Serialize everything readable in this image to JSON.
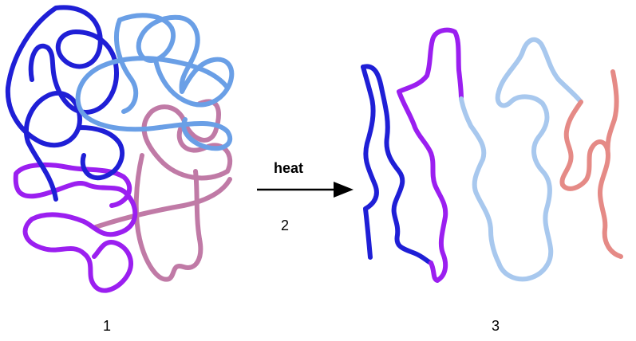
{
  "labels": {
    "native": "1",
    "process": "2",
    "denatured": "3",
    "arrow_text": "heat"
  },
  "colors": {
    "blue": "#1f1fd6",
    "light_blue": "#6a9fe6",
    "pale_blue": "#a8c8ee",
    "purple": "#9b1ff0",
    "mauve": "#c07aa6",
    "salmon": "#e58a86",
    "arrow": "#000000"
  }
}
